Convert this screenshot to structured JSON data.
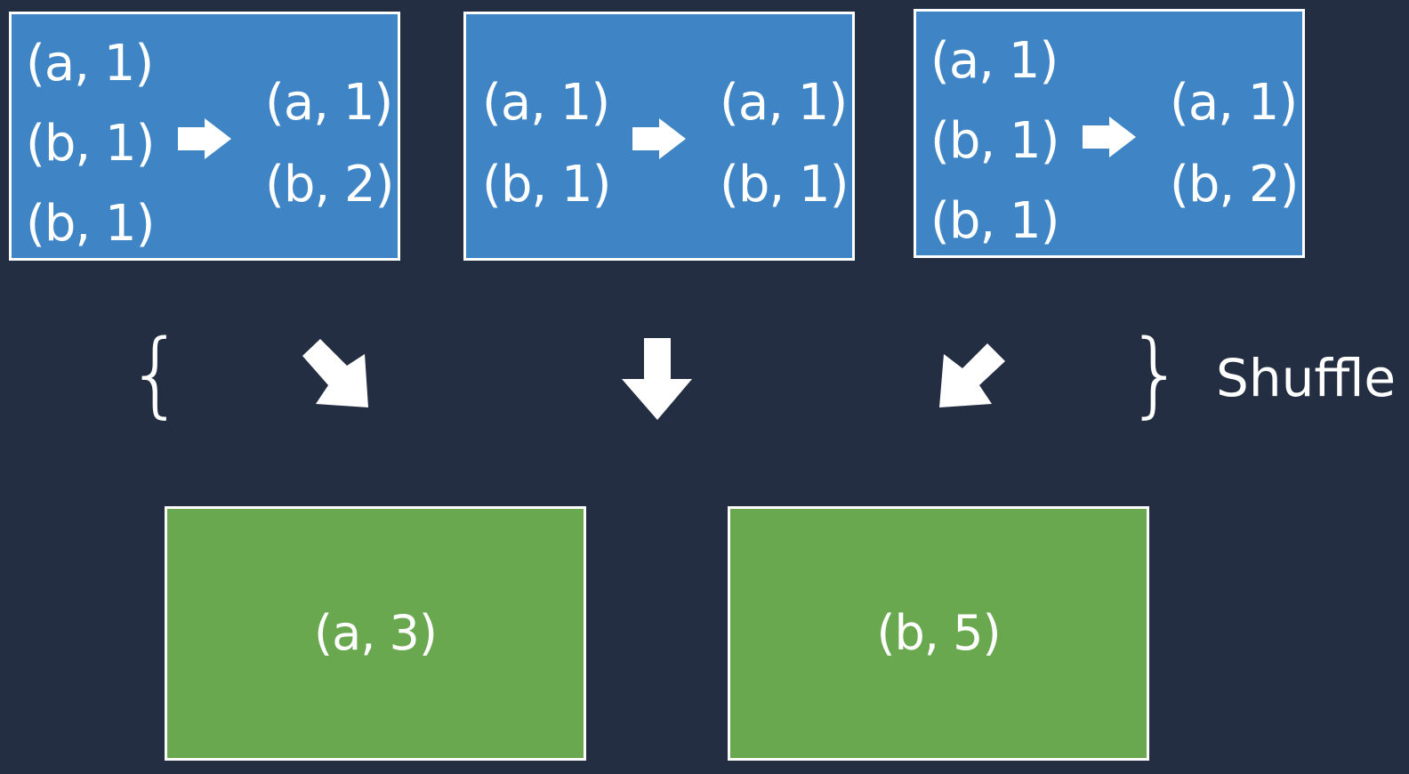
{
  "map_outputs": [
    {
      "input": [
        "(a, 1)",
        "(b, 1)",
        "(b, 1)"
      ],
      "output": [
        "(a, 1)",
        "(b, 2)"
      ]
    },
    {
      "input": [
        "(a, 1)",
        "(b, 1)"
      ],
      "output": [
        "(a, 1)",
        "(b, 1)"
      ]
    },
    {
      "input": [
        "(a, 1)",
        "(b, 1)",
        "(b, 1)"
      ],
      "output": [
        "(a, 1)",
        "(b, 2)"
      ]
    }
  ],
  "shuffle": {
    "open_brace": "{",
    "close_brace": "}",
    "label": "Shuffle"
  },
  "reduce_outputs": [
    "(a, 3)",
    "(b, 5)"
  ],
  "colors": {
    "background": "#232e42",
    "map_box": "#3f85c6",
    "reduce_box": "#6aa84f",
    "border": "#ffffff"
  }
}
